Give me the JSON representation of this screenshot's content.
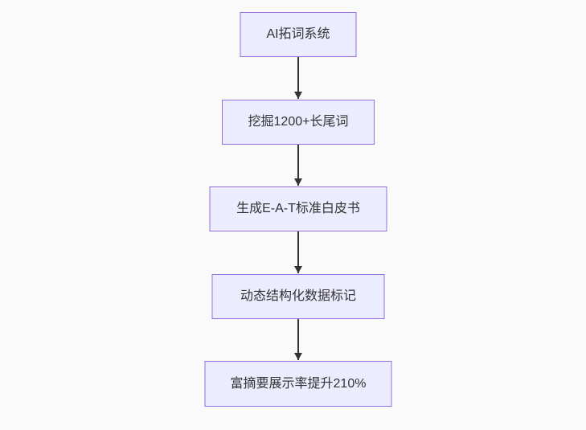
{
  "diagram": {
    "type": "flowchart-vertical",
    "background_color": "#fafafa",
    "node_fill_color": "#ECECFF",
    "node_border_color": "#9370DB",
    "text_color": "#333333",
    "arrow_color": "#333333",
    "nodes": [
      {
        "label": "AI拓词系统"
      },
      {
        "label": "挖掘1200+长尾词"
      },
      {
        "label": "生成E-A-T标准白皮书"
      },
      {
        "label": "动态结构化数据标记"
      },
      {
        "label": "富摘要展示率提升210%"
      }
    ],
    "edges": [
      {
        "from": 0,
        "to": 1
      },
      {
        "from": 1,
        "to": 2
      },
      {
        "from": 2,
        "to": 3
      },
      {
        "from": 3,
        "to": 4
      }
    ]
  }
}
